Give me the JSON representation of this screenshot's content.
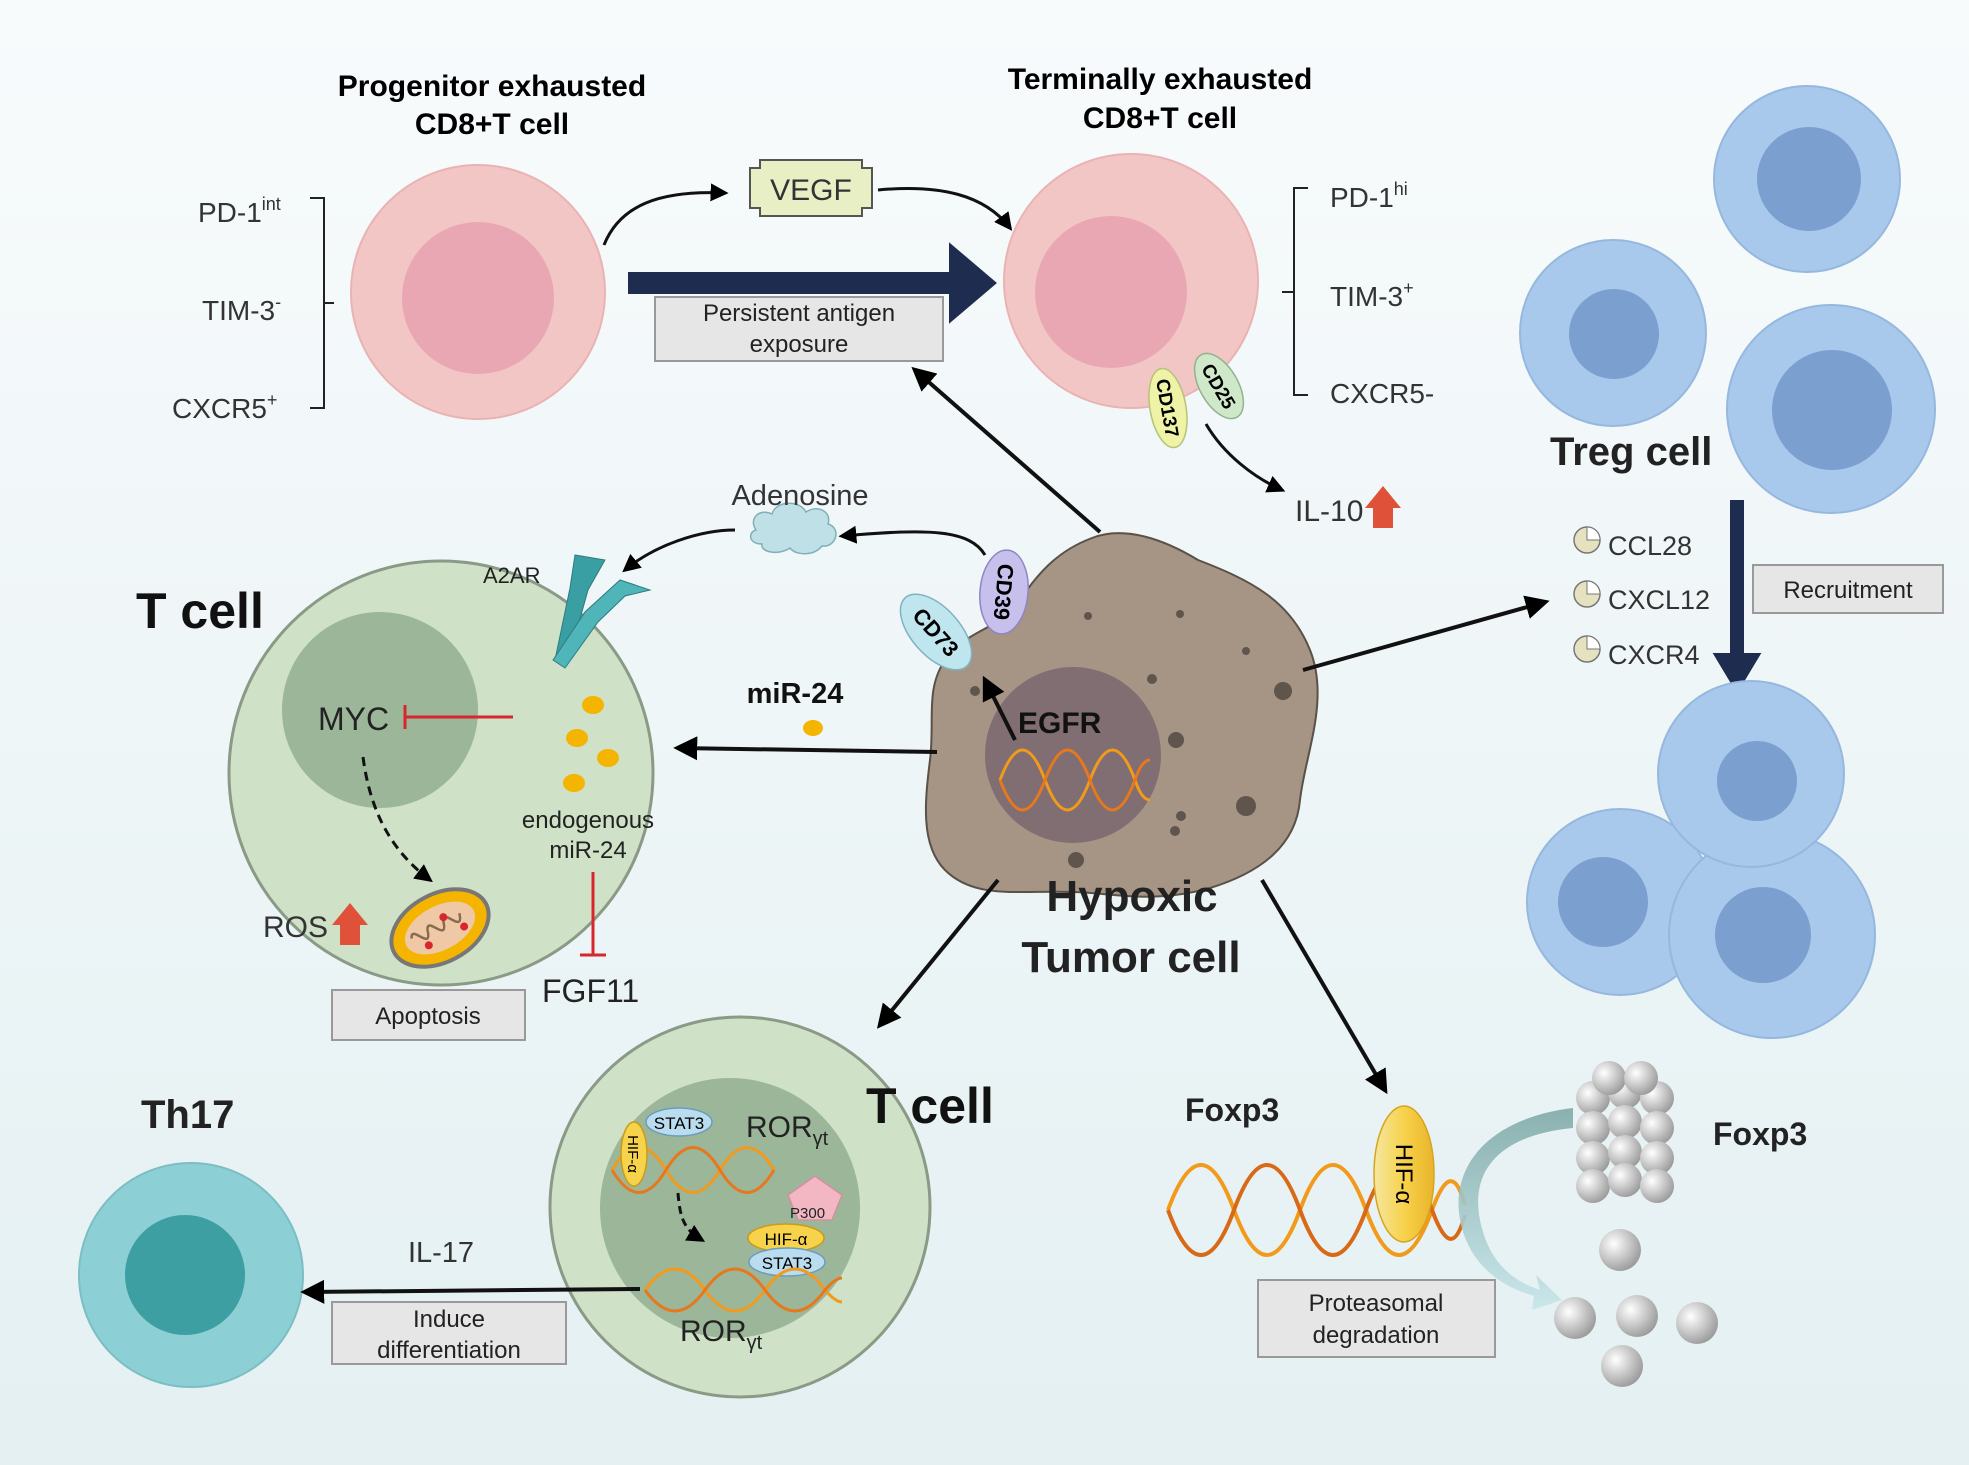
{
  "cells": {
    "progenitor_title_1": "Progenitor exhausted",
    "progenitor_title_2": "CD8+T cell",
    "terminal_title_1": "Terminally exhausted",
    "terminal_title_2": "CD8+T cell",
    "treg": "Treg cell",
    "tcell_top": "T cell",
    "tcell_bottom": "T cell",
    "th17": "Th17",
    "tumor_1": "Hypoxic",
    "tumor_2": "Tumor cell"
  },
  "markers": {
    "pd1": "PD-1",
    "pd1_int_sup": "int",
    "pd1_hi_sup": "hi",
    "tim3": "TIM-3",
    "tim3_minus": "-",
    "tim3_plus": "+",
    "cxcr5_plus": "CXCR5",
    "cxcr5_plus_sup": "+",
    "cxcr5_minus": "CXCR5-"
  },
  "labels": {
    "vegf": "VEGF",
    "persistent_1": "Persistent antigen",
    "persistent_2": "exposure",
    "cd137": "CD137",
    "cd25": "CD25",
    "il10": "IL-10",
    "adenosine": "Adenosine",
    "a2ar": "A2AR",
    "cd39": "CD39",
    "cd73": "CD73",
    "egfr": "EGFR",
    "mir24": "miR-24",
    "myc": "MYC",
    "endogenous_1": "endogenous",
    "endogenous_2": "miR-24",
    "ros": "ROS",
    "fgf11": "FGF11",
    "apoptosis": "Apoptosis",
    "ccl28": "CCL28",
    "cxcl12": "CXCL12",
    "cxcr4": "CXCR4",
    "recruitment": "Recruitment",
    "stat3": "STAT3",
    "hif_a": "HIF-α",
    "ror": "ROR",
    "ror_sub": "γt",
    "p300": "P300",
    "il17": "IL-17",
    "induce_1": "Induce",
    "induce_2": "differentiation",
    "foxp3_left": "Foxp3",
    "foxp3_right": "Foxp3",
    "proteasomal_1": "Proteasomal",
    "proteasomal_2": "degradation"
  },
  "colors": {
    "exhausted_cell": "#f3c6c6",
    "exhausted_nucleus": "#e9a7b4",
    "tcell_body": "#cfe2c7",
    "tcell_nucleus": "#9cb69a",
    "treg_body": "#a8c9ec",
    "treg_nucleus": "#7b9fcf",
    "th17_body": "#8ccfd4",
    "th17_nucleus": "#3e9fa2",
    "tumor": "#a69484",
    "dark_arrow": "#1e2d4f",
    "inhibit_red": "#d9262b",
    "up_arrow": "#e0513a",
    "dna_orange": "#f29a1c"
  }
}
